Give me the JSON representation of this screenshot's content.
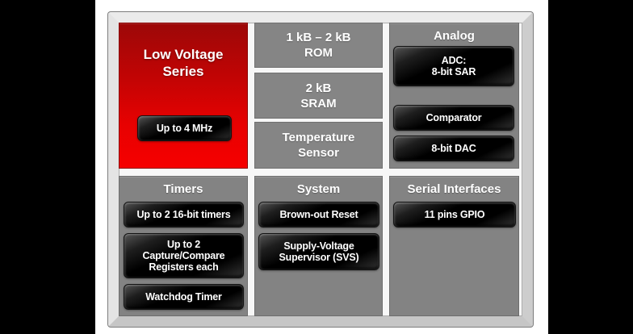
{
  "colors": {
    "background": "#ffffff",
    "side_band": "#000000",
    "frame_bevel": "#d7d7d7",
    "panel_gray": "#838383",
    "red_gradient_top": "#9c0808",
    "red_gradient_bottom": "#f60000",
    "button_black": "#000000",
    "text": "#ffffff"
  },
  "diagram": {
    "series": {
      "title_lines": [
        "Low Voltage",
        "Series"
      ],
      "speed_button": "Up to 4 MHz"
    },
    "memory": {
      "rom": [
        "1 kB – 2 kB",
        "ROM"
      ],
      "sram": [
        "2 kB",
        "SRAM"
      ],
      "temp_sensor": [
        "Temperature",
        "Sensor"
      ]
    },
    "analog": {
      "title": "Analog",
      "adc": [
        "ADC:",
        "8-bit SAR"
      ],
      "comparator": "Comparator",
      "dac": "8-bit DAC"
    },
    "timers": {
      "title": "Timers",
      "timer_count": "Up to 2 16-bit timers",
      "capture_compare": [
        "Up to 2",
        "Capture/Compare",
        "Registers each"
      ],
      "watchdog": "Watchdog Timer"
    },
    "system": {
      "title": "System",
      "brownout": "Brown-out Reset",
      "svs": [
        "Supply-Voltage",
        "Supervisor (SVS)"
      ]
    },
    "serial": {
      "title": "Serial Interfaces",
      "gpio": "11 pins GPIO"
    }
  }
}
